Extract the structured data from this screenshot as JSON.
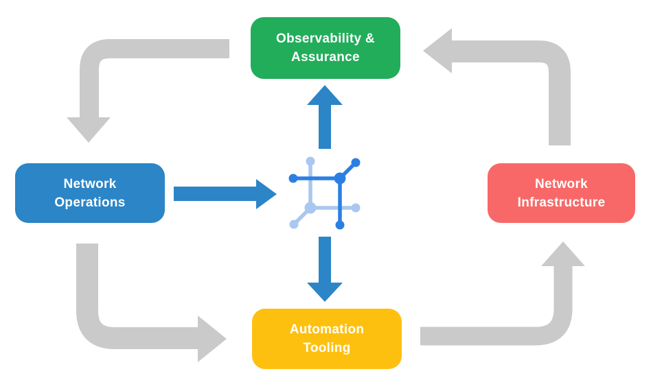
{
  "nodes": {
    "observability": {
      "label": "Observability &\nAssurance"
    },
    "operations": {
      "label": "Network\nOperations"
    },
    "infrastructure": {
      "label": "Network\nInfrastructure"
    },
    "tooling": {
      "label": "Automation\nTooling"
    }
  },
  "icon": {
    "name": "network-mesh-icon"
  },
  "colors": {
    "background": "#ffffff",
    "green": "#22AD5B",
    "blue": "#2B85C6",
    "red": "#F96868",
    "yellow": "#FEC00F",
    "gray": "#CACACA",
    "icon_dark": "#2B7FE3",
    "icon_light": "#A9C7F0",
    "text": "#FFFFFF"
  }
}
